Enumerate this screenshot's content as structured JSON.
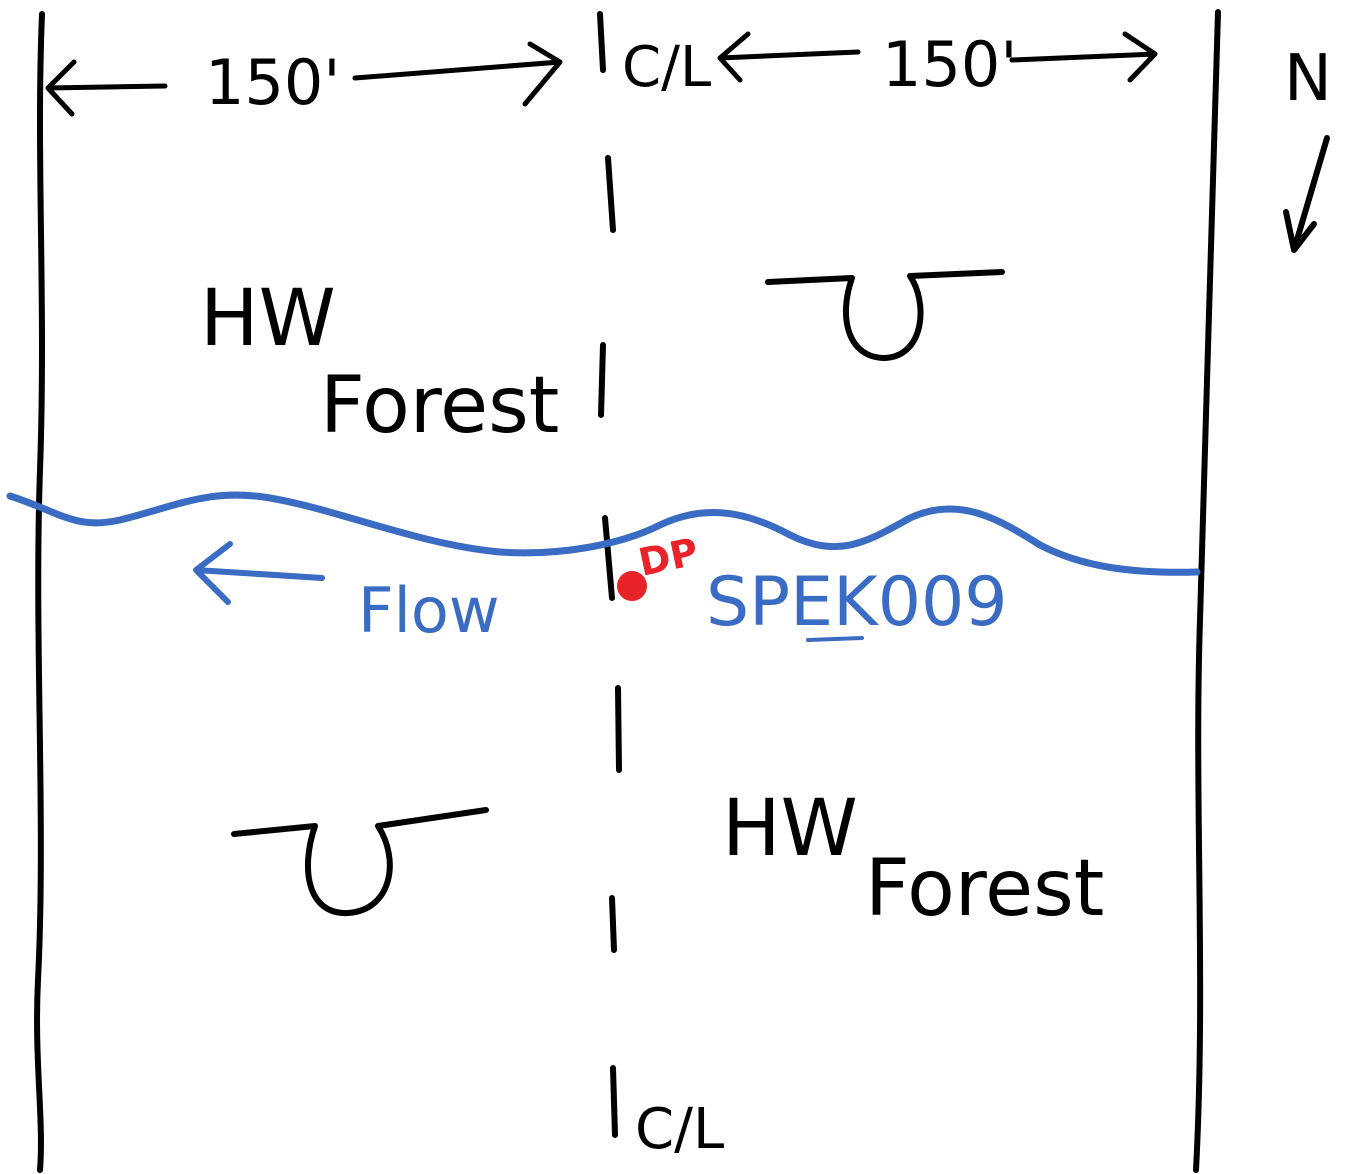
{
  "diagram": {
    "width_left_label": "150'",
    "width_right_label": "150'",
    "centerline_top_label": "C/L",
    "centerline_bottom_label": "C/L",
    "north_label": "N",
    "upper_left_community": "HW Forest",
    "upper_left_line1": "HW",
    "upper_left_line2": "Forest",
    "lower_right_line1": "HW",
    "lower_right_line2": "Forest",
    "flow_label": "Flow",
    "stream_id": "SPEK009",
    "point_label": "DP",
    "colors": {
      "ink": "#000000",
      "stream": "#3b6cc4",
      "point": "#e8232a"
    }
  }
}
